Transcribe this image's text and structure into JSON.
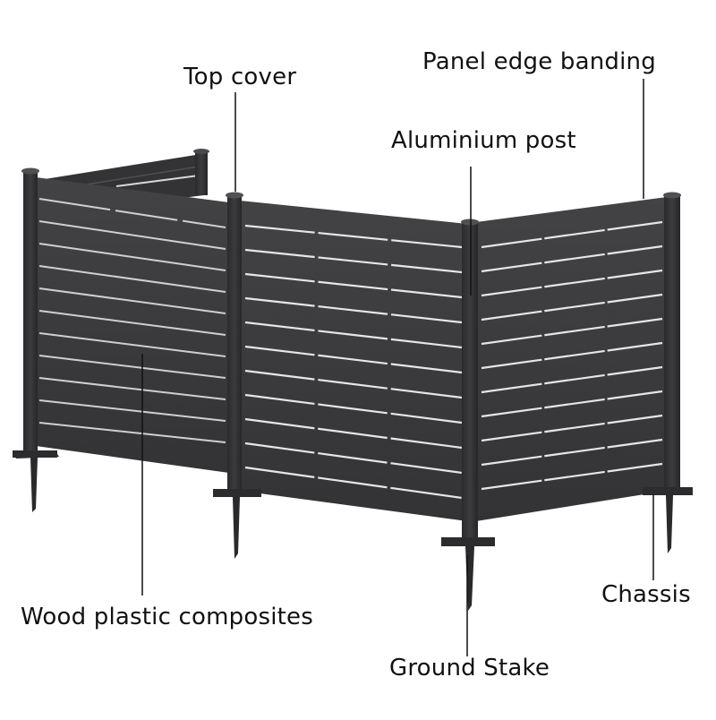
{
  "diagram": {
    "subject": "Horizontal slat privacy fence screen (three panels, aluminium posts)",
    "colors": {
      "background": "#ffffff",
      "panel": "#3b3b3d",
      "panel_dark": "#2c2c2e",
      "post": "#303032",
      "slat_gap": "#e6e6e6",
      "leader_line": "#111111",
      "label_text": "#111111"
    },
    "labels": {
      "top_cover": "Top cover",
      "panel_edge_banding": "Panel edge banding",
      "aluminium_post": "Aluminium post",
      "wood_plastic_composites": "Wood plastic composites",
      "ground_stake": "Ground Stake",
      "chassis": "Chassis"
    },
    "annotations": [
      {
        "id": "top_cover",
        "text": "Top cover",
        "points_to": "top cap of second post"
      },
      {
        "id": "panel_edge_banding",
        "text": "Panel edge banding",
        "points_to": "top edge of right panel"
      },
      {
        "id": "aluminium_post",
        "text": "Aluminium post",
        "points_to": "third post"
      },
      {
        "id": "wood_plastic_composites",
        "text": "Wood plastic composites",
        "points_to": "left panel slats"
      },
      {
        "id": "ground_stake",
        "text": "Ground Stake",
        "points_to": "stake under third post"
      },
      {
        "id": "chassis",
        "text": "Chassis",
        "points_to": "base plate of right post"
      }
    ]
  }
}
